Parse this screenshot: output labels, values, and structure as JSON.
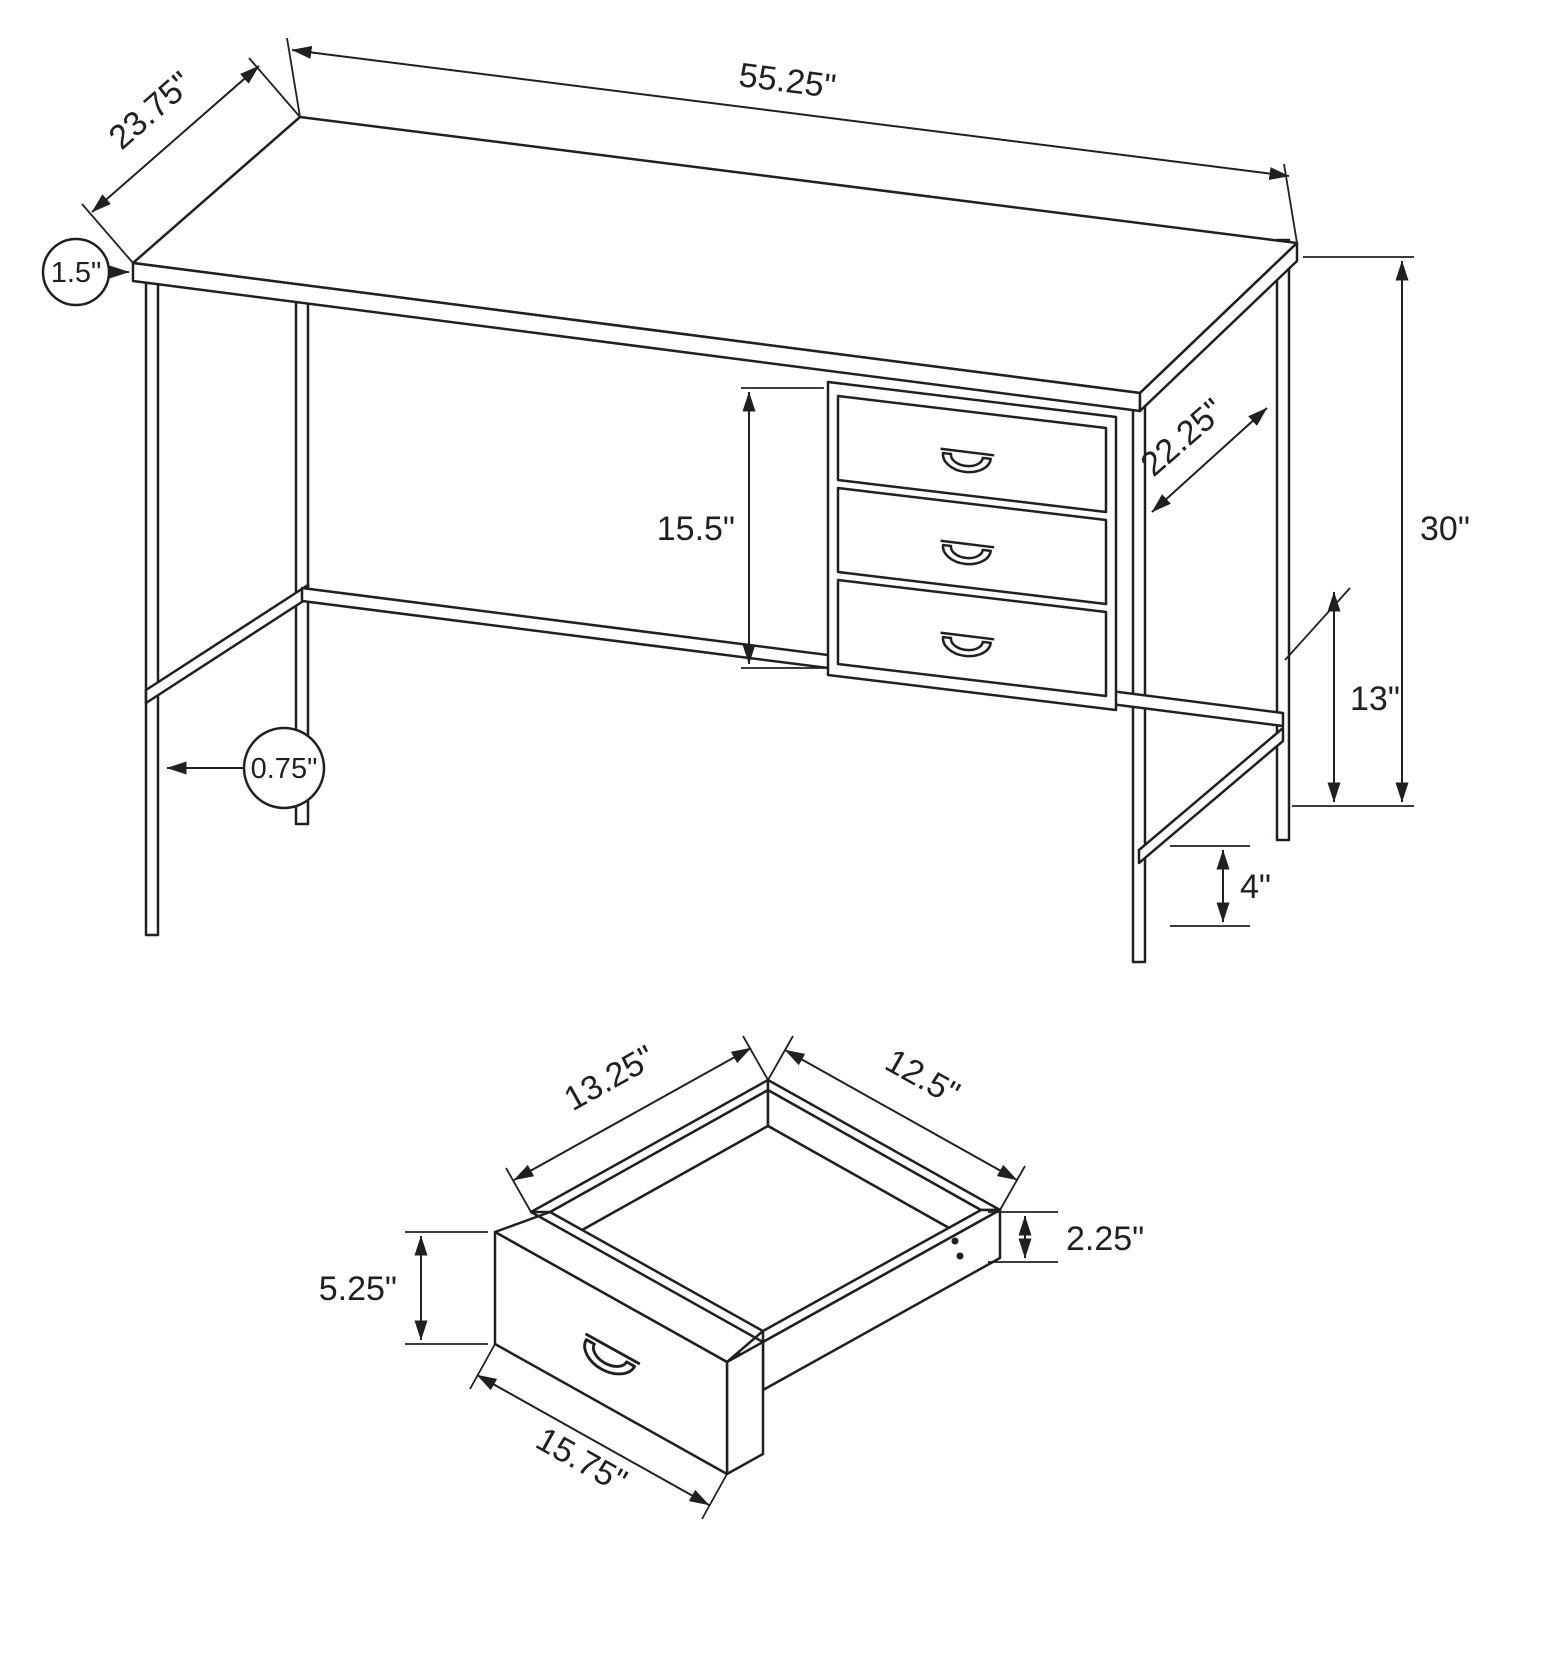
{
  "page": {
    "background": "#ffffff",
    "ink": "#231f20",
    "drawing_title": "desk-and-drawer-dimension-diagram"
  },
  "desk": {
    "labels": {
      "top_length": "55.25\"",
      "top_depth": "23.75\"",
      "top_thickness": "1.5\"",
      "drawer_stack_height": "15.5\"",
      "drawer_depth": "22.25\"",
      "overall_height": "30\"",
      "shelf_height": "13\"",
      "base_clearance": "4\"",
      "frame_tube": "0.75\""
    }
  },
  "drawer": {
    "labels": {
      "inner_depth": "13.25\"",
      "inner_width": "12.5\"",
      "front_height": "5.25\"",
      "box_height": "2.25\"",
      "front_width": "15.75\""
    }
  }
}
